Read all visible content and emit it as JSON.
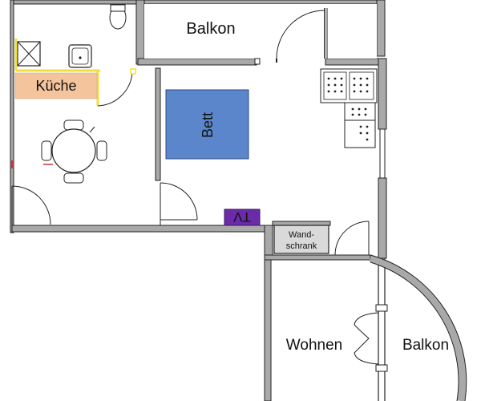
{
  "rooms": {
    "balcony_top": "Balkon",
    "kitchen": "Küche",
    "bed": "Bett",
    "tv": "TV",
    "wardrobe_line1": "Wand-",
    "wardrobe_line2": "schrank",
    "living": "Wohnen",
    "balcony_right": "Balkon"
  },
  "colors": {
    "wall": "#a9a9a9",
    "wall_edge": "#222222",
    "kitchen_label_bg": "#f4c49c",
    "bed_fill": "#5b86cc",
    "tv_fill": "#6b2ba8",
    "counter_highlight": "#f2e03a"
  }
}
